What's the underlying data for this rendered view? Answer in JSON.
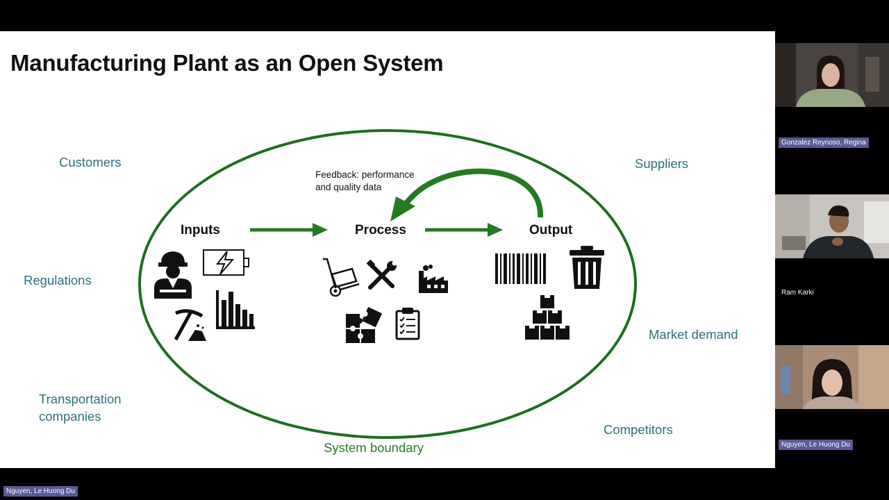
{
  "slide": {
    "title": "Manufacturing Plant as an Open System",
    "environment": {
      "customers": "Customers",
      "suppliers": "Suppliers",
      "regulations": "Regulations",
      "market_demand": "Market demand",
      "transportation_line1": "Transportation",
      "transportation_line2": "companies",
      "competitors": "Competitors"
    },
    "stages": {
      "inputs": "Inputs",
      "process": "Process",
      "output": "Output"
    },
    "feedback": {
      "line1": "Feedback: performance",
      "line2": "and quality data"
    },
    "boundary_label": "System boundary",
    "icons": {
      "inputs": [
        "worker-icon",
        "battery-icon",
        "pickaxe-icon",
        "bar-chart-icon"
      ],
      "process": [
        "hand-truck-icon",
        "tools-icon",
        "factory-icon",
        "puzzle-icon",
        "clipboard-icon"
      ],
      "output": [
        "barcode-icon",
        "trash-icon",
        "boxes-icon"
      ]
    },
    "colors": {
      "title": "#111111",
      "environment_text": "#2e6e7c",
      "boundary_green": "#1e6e1e",
      "arrow_green": "#237a23"
    }
  },
  "participants": [
    {
      "name": "Gonzalez Reynoso, Regina"
    },
    {
      "name": "Ram Karki"
    },
    {
      "name": "Nguyen, Le Huong Du"
    }
  ],
  "self_view": {
    "name": "Nguyen, Le Huong Du"
  }
}
